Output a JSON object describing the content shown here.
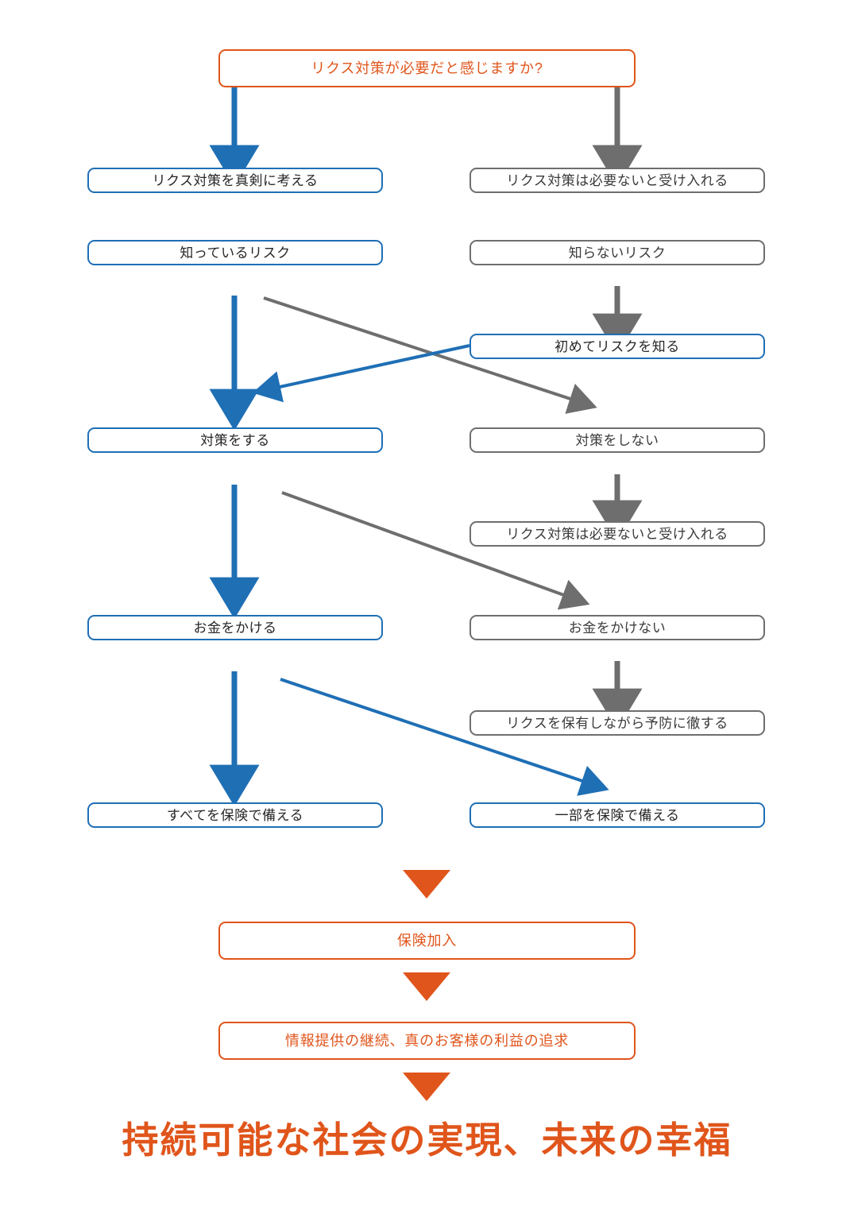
{
  "diagram": {
    "title_node": {
      "label": "リクス対策が必要だと感じますか?",
      "color": "#E0551B"
    },
    "palette": {
      "blue": "#1F6FB5",
      "gray": "#6E6E6E",
      "orange": "#E0551B"
    },
    "nodes": {
      "n_root": "リクス対策が必要だと感じますか?",
      "n_left_1": "リクス対策を真剣に考える",
      "n_right_1": "リクス対策は必要ないと受け入れる",
      "n_left_2": "知っているリスク",
      "n_right_2": "知らないリスク",
      "n_right_3": "初めてリスクを知る",
      "n_left_4": "対策をする",
      "n_right_4": "対策をしない",
      "n_right_5": "リクス対策は必要ないと受け入れる",
      "n_left_6": "お金をかける",
      "n_right_6": "お金をかけない",
      "n_right_7": "リクスを保有しながら予防に徹する",
      "n_left_8": "すべてを保険で備える",
      "n_right_8": "一部を保険で備える",
      "n_final_1": "保険加入",
      "n_final_2": "情報提供の継続、真のお客様の利益の追求",
      "n_outcome": "持続可能な社会の実現、未来の幸福"
    }
  }
}
